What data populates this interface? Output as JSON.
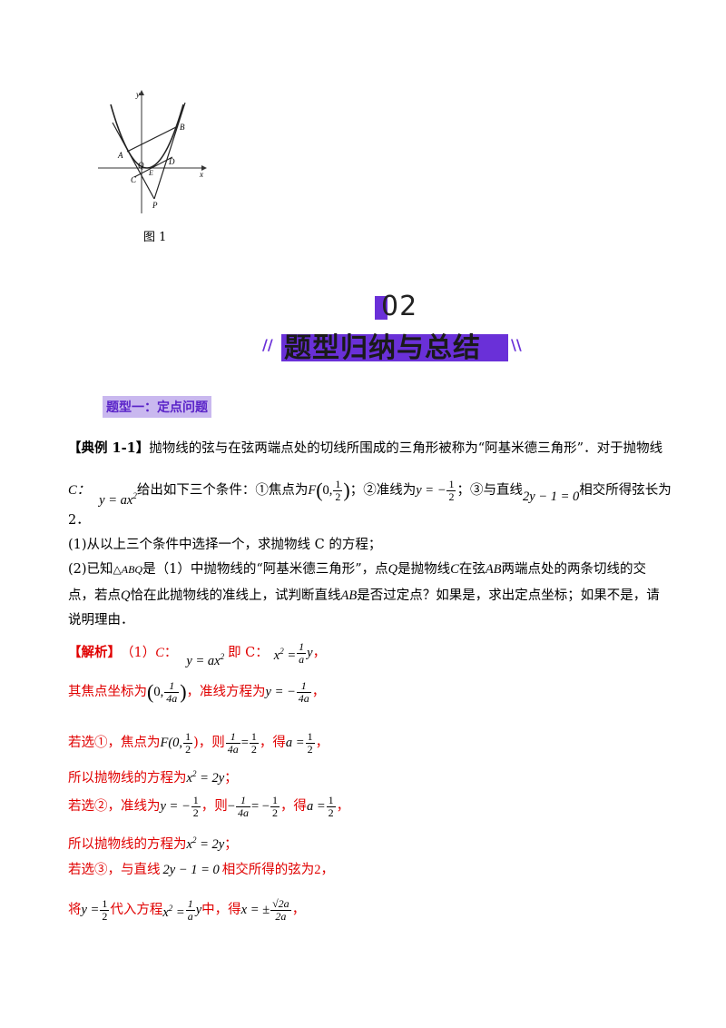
{
  "figure": {
    "caption": "图 1",
    "labels": {
      "x": "x",
      "y": "y",
      "A": "A",
      "B": "B",
      "C": "C",
      "D": "D",
      "E": "E",
      "Q": "Q",
      "P": "P"
    }
  },
  "section": {
    "number": "02",
    "title": "题型归纳与总结",
    "left_marks": "//",
    "right_marks": "\\\\"
  },
  "type_heading": "题型一：定点问题",
  "example": {
    "tag": "【典例 1-1】",
    "l1": "抛物线的弦与在弦两端点处的切线所围成的三角形被称为“阿基米德三角形”．对于抛物线",
    "l2_c": "C：",
    "l2_eq": "y = ax",
    "l2_a": "给出如下三个条件：①焦点为",
    "l2_F": "F",
    "l2_Fx": "0,",
    "l2_b": "；②准线为",
    "l2_dir": "y = −",
    "l2_c3": "；③与直线",
    "l2_line": "2y − 1 = 0",
    "l2_d": "相交所得弦长为",
    "l3": "2．",
    "q1": "(1)从以上三个条件中选择一个，求抛物线 C 的方程；",
    "q2_a": "(2)已知",
    "q2_tri": "△ABQ",
    "q2_b": "是（1）中抛物线的“阿基米德三角形”，点",
    "q2_Q": "Q",
    "q2_c": "是抛物线",
    "q2_C": "C",
    "q2_d": "在弦",
    "q2_AB": "AB",
    "q2_e": "两端点处的两条切线的交",
    "q2_l2_a": "点，若点",
    "q2_l2_b": "恰在此抛物线的准线上，试判断直线",
    "q2_l2_c": "是否过定点？如果是，求出定点坐标；如果不是，请",
    "q2_l3": "说明理由．"
  },
  "solution": {
    "s1_tag": "【解析】",
    "s1_a": "（1）",
    "s1_C": "C",
    "s1_colon": "：",
    "s1_eq": "y = ax",
    "s1_b": "即 C：",
    "s1_eq2": "x",
    "s1_eq2b": "=",
    "s1_y": "y",
    "s1_end": "，",
    "s2_a": "其焦点坐标为",
    "s2_b": "，准线方程为",
    "s2_dir": "y = −",
    "s2_end": "，",
    "s3_a": "若选①，焦点为",
    "s3_F": "F(0,",
    "s3_b": ")，则",
    "s3_eq": "=",
    "s3_c": "，得",
    "s3_a_eq": "a =",
    "s3_end": "，",
    "s4": "所以抛物线的方程为",
    "s4_eq": "x",
    "s4_eqb": "= 2y",
    "s4_end": "；",
    "s5_a": "若选②，准线为",
    "s5_dir": "y = −",
    "s5_b": "，则",
    "s5_neg": "−",
    "s5_eq": "= −",
    "s5_c": "，得",
    "s5_aeq": "a =",
    "s5_end": "，",
    "s6": "所以抛物线的方程为",
    "s6_eq": "x",
    "s6_eqb": "= 2y",
    "s6_end": "；",
    "s7_a": "若选③，与直线",
    "s7_line": "2y − 1 = 0",
    "s7_b": "相交所得的弦为",
    "s7_val": "2",
    "s7_end": "，",
    "s8_a": "将",
    "s8_y": "y =",
    "s8_b": "代入方程",
    "s8_eq": "x",
    "s8_eqb": "=",
    "s8_y2": "y",
    "s8_c": "中，得",
    "s8_x": "x = ±",
    "s8_end": "，"
  },
  "fractions": {
    "one": "1",
    "two": "2",
    "a": "a",
    "four_a": "4a",
    "sqrt2a": "√2a",
    "two_a": "2a",
    "two_sup": "2",
    "zero": "0,"
  },
  "colors": {
    "accent": "#6a30d8",
    "heading_bg": "#c9b8ef",
    "solution": "#e00000"
  }
}
